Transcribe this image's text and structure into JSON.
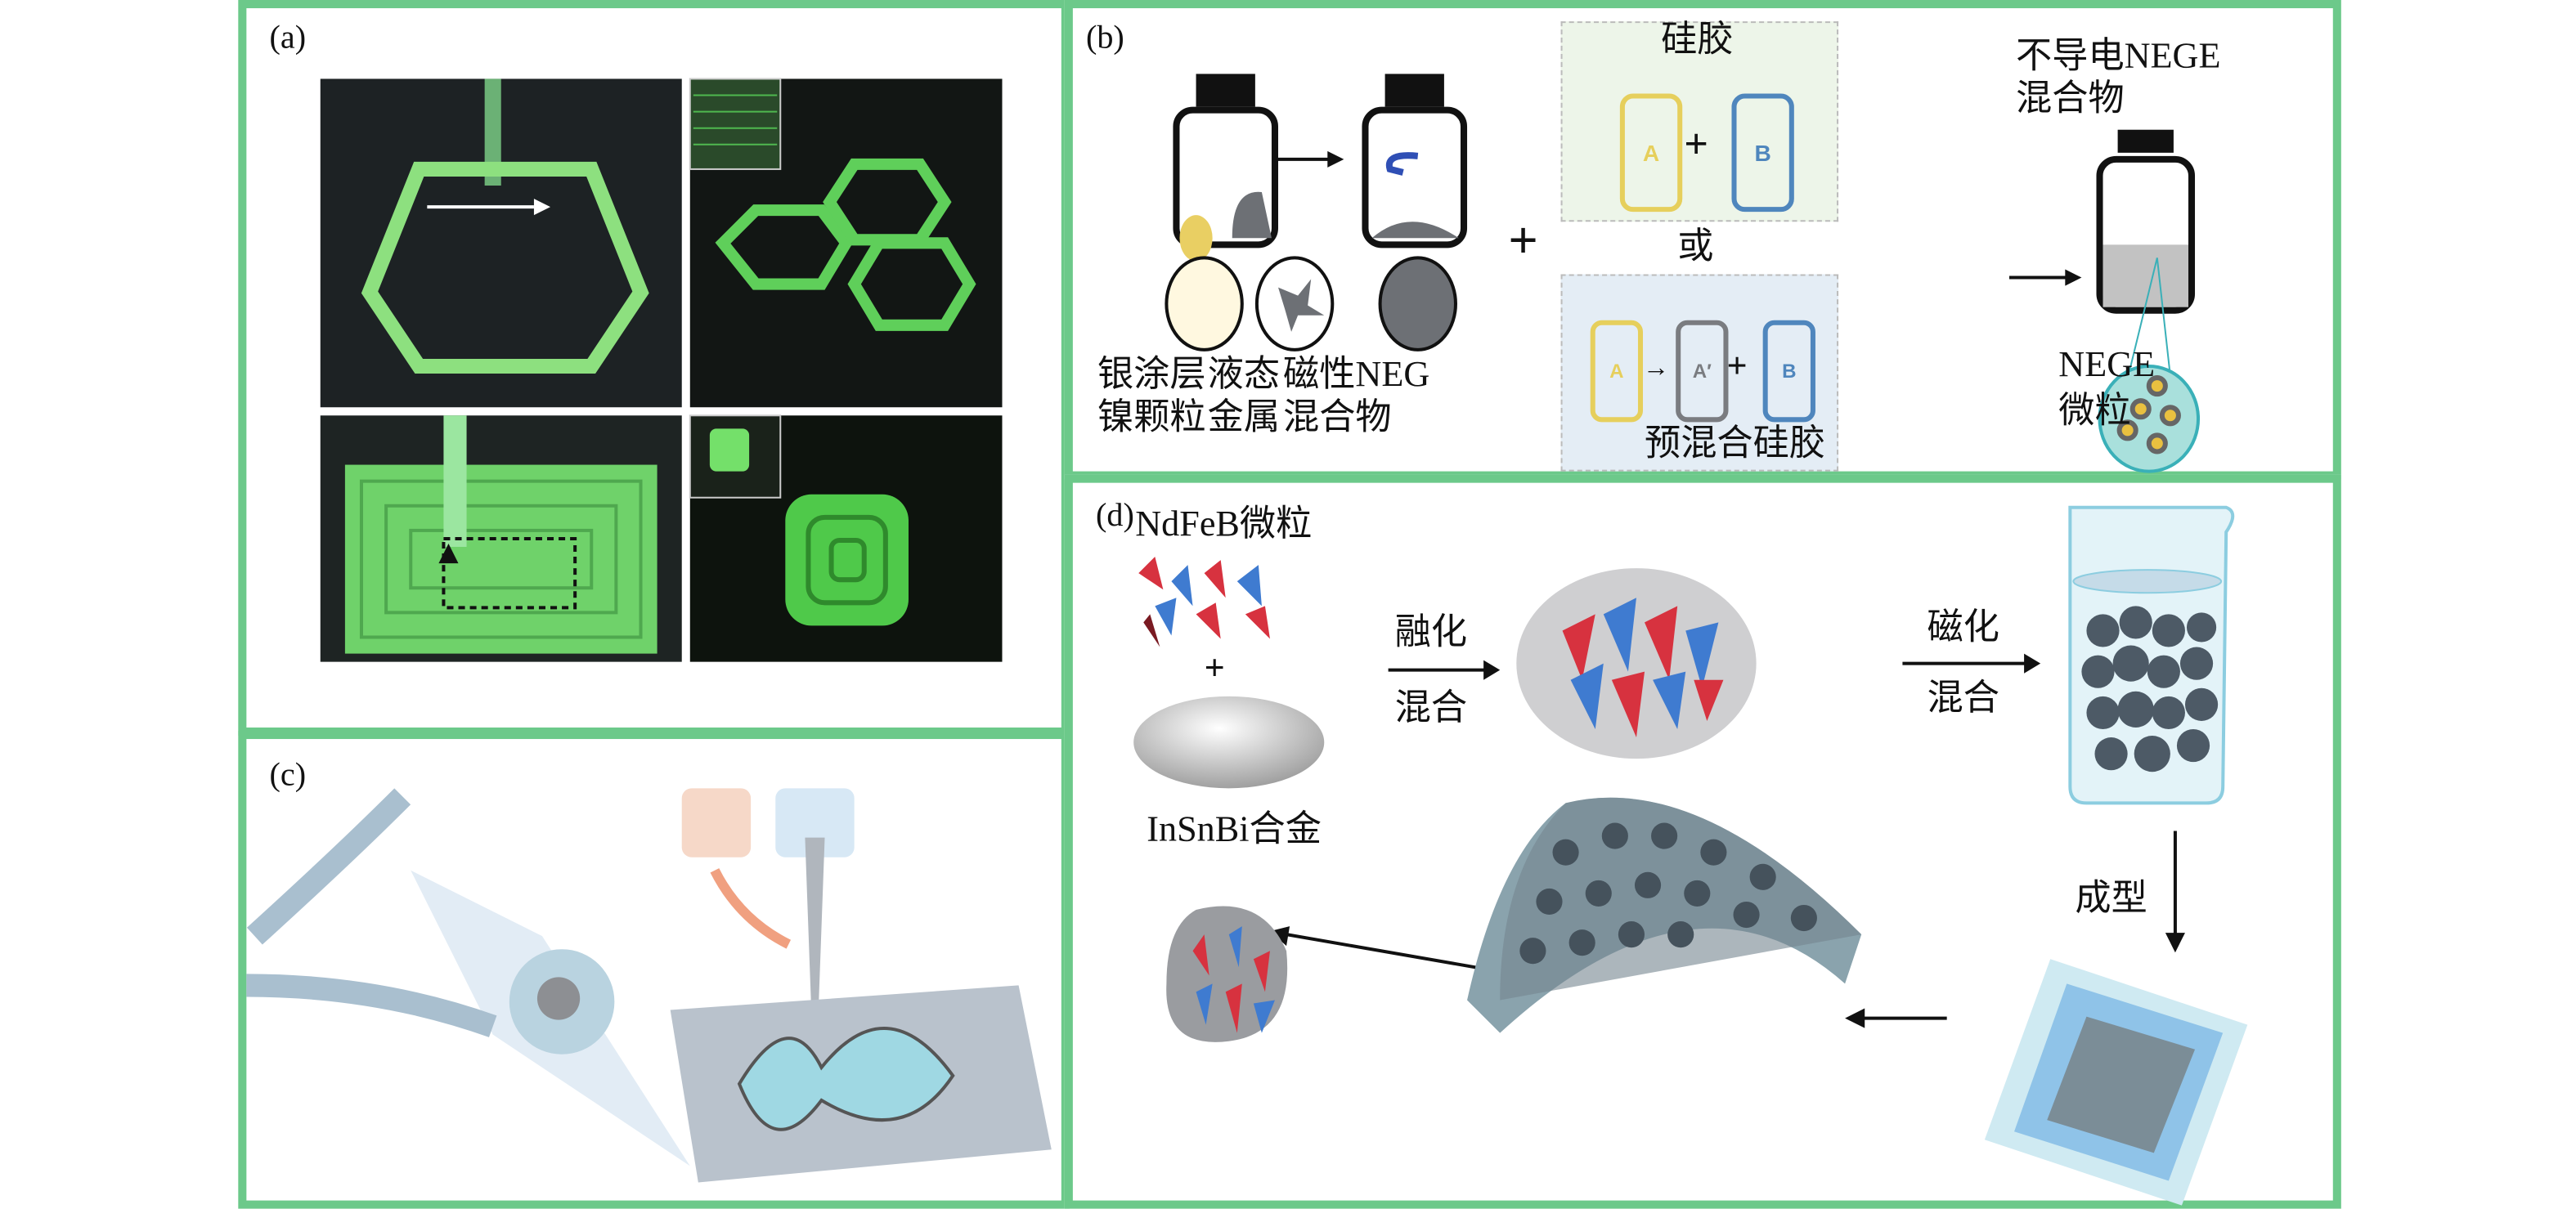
{
  "panels": {
    "a": {
      "label": "(a)"
    },
    "b": {
      "label": "(b)",
      "silicone_title": "硅胶",
      "or_label": "或",
      "premix_title": "预混合硅胶",
      "bottle_a": "A",
      "bottle_b": "B",
      "bottle_a_prime": "A′",
      "caption_1_line1": "银涂层",
      "caption_1_line2": "镍颗粒",
      "caption_2_line1": "液态",
      "caption_2_line2": "金属",
      "caption_3_line1": "磁性NEG",
      "caption_3_line2": "混合物",
      "result_line1": "不导电NEGE",
      "result_line2": "混合物",
      "particle_line1": "NEGE",
      "particle_line2": "微粒",
      "plus": "+"
    },
    "c": {
      "label": "(c)"
    },
    "d": {
      "label": "(d)",
      "ndfeb": "NdFeB微粒",
      "alloy": "InSnBi合金",
      "melt_line1": "融化",
      "melt_line2": "混合",
      "mag_line1": "磁化",
      "mag_line2": "混合",
      "forming": "成型",
      "plus": "+"
    }
  },
  "colors": {
    "frame": "#6cc98a",
    "yellow": "#e6cf5c",
    "blue": "#4f86bd",
    "grey": "#6d7075"
  }
}
